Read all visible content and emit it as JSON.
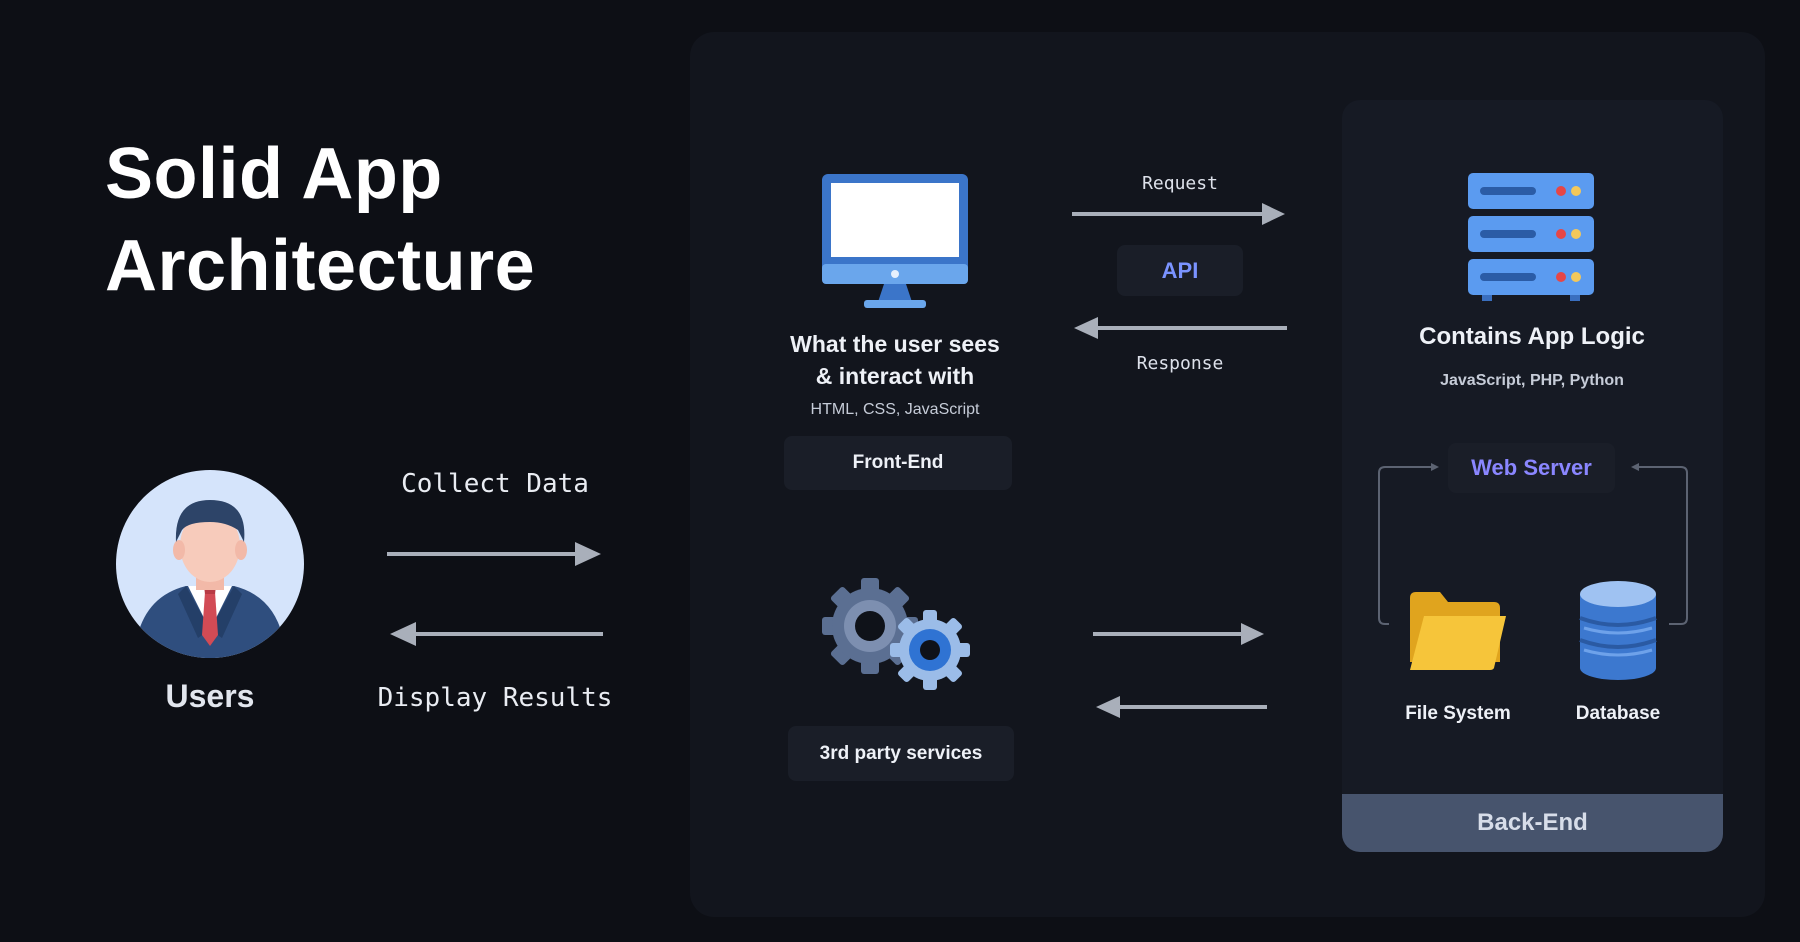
{
  "title": {
    "line1": "Solid App",
    "line2": "Architecture"
  },
  "users": {
    "label": "Users",
    "collect_label": "Collect Data",
    "display_label": "Display Results"
  },
  "frontend": {
    "caption_line1": "What the user sees",
    "caption_line2": "& interact with",
    "tech": "HTML, CSS, JavaScript",
    "badge": "Front-End"
  },
  "api": {
    "request_label": "Request",
    "badge": "API",
    "response_label": "Response"
  },
  "third_party": {
    "badge": "3rd party services"
  },
  "backend": {
    "caption": "Contains App Logic",
    "tech": "JavaScript, PHP, Python",
    "web_server": "Web Server",
    "file_system": "File System",
    "database": "Database",
    "footer": "Back-End"
  },
  "colors": {
    "background": "#0d0f15",
    "panel": "#12151d",
    "backend_panel": "#161a24",
    "backend_footer": "#47546d",
    "accent_blue": "#5b8cff",
    "accent_purple": "#9b6cf5",
    "arrow": "#a9afba"
  },
  "icons": [
    "user-avatar-icon",
    "monitor-icon",
    "server-icon",
    "gears-icon",
    "folder-icon",
    "database-icon"
  ]
}
